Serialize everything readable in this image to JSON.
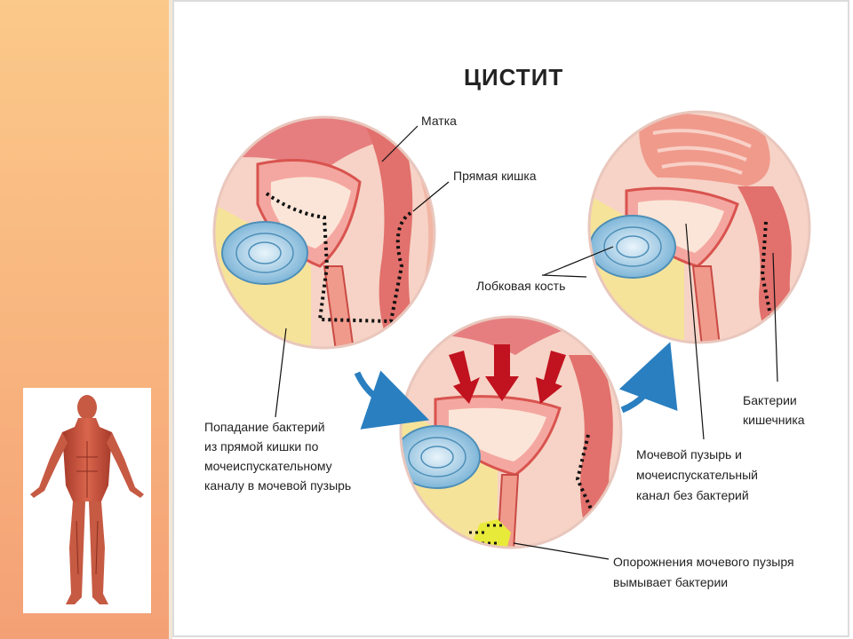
{
  "title": "ЦИСТИТ",
  "labels": {
    "uterus": "Матка",
    "rectum": "Прямая кишка",
    "pubic_bone": "Лобковая кость",
    "entry": [
      "Попадание бактерий",
      "из прямой кишки по",
      "мочеиспускательному",
      "каналу в мочевой пузырь"
    ],
    "gut_bacteria": [
      "Бактерии",
      "кишечника"
    ],
    "clean": [
      "Мочевой пузырь и",
      "мочеиспускательный",
      "канал без бактерий"
    ],
    "flush": [
      "Опорожнения мочевого пузыря",
      "вымывает бактерии"
    ]
  },
  "colors": {
    "accent_arrow": "#2a7fc0",
    "tissue_pink": "#f4a7a0",
    "muscle_red": "#d9534f",
    "fat_yellow": "#f6e39a",
    "bone_blue": "#8fc3e0",
    "pressure_arrow": "#c1121f",
    "bacteria": "#111111",
    "urine": "#e8ea3a"
  },
  "icons": {
    "thumbnail": "human-muscle-anatomy-figure",
    "cycle_arrow": "curved-arrow-icon",
    "pressure": "down-arrow-icon"
  }
}
